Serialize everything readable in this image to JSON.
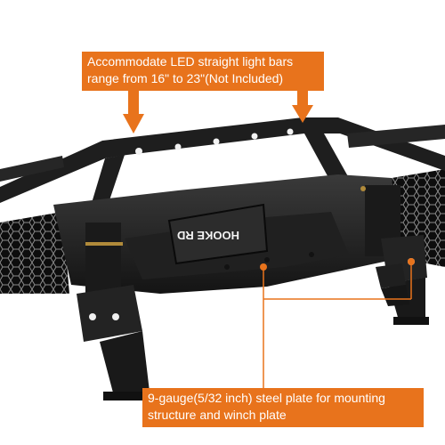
{
  "callouts": {
    "top": {
      "line1": "Accommodate LED straight light bars",
      "line2": "range from 16\" to 23\"(Not Included)"
    },
    "bottom": {
      "line1": "9-gauge(5/32 inch) steel plate for mounting",
      "line2": "structure and winch plate"
    }
  },
  "plate_text": "HOOKE RD",
  "colors": {
    "accent": "#e8731c",
    "steel": "#1f1f1f",
    "background": "#ffffff"
  }
}
